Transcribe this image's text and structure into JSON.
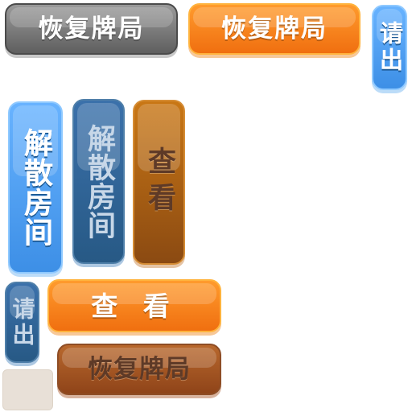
{
  "sprite_sheet": {
    "colors": {
      "gray": "#7b7b7b",
      "orange": "#f47e18",
      "blue": "#4a9cf2",
      "dark_blue": "#2f6597",
      "brown_orange": "#a85f16",
      "brown": "#a55b26",
      "blank_tile": "#e8e0d7"
    },
    "buttons": {
      "restore_gray": "恢复牌局",
      "restore_orange": "恢复牌局",
      "leave_top": "请出",
      "dissolve_bright": "解散房间",
      "dissolve_dark": "解散房间",
      "view_vertical": "查看",
      "leave_bottom": "请出",
      "view_horizontal": "查 看",
      "restore_brown": "恢复牌局"
    }
  }
}
